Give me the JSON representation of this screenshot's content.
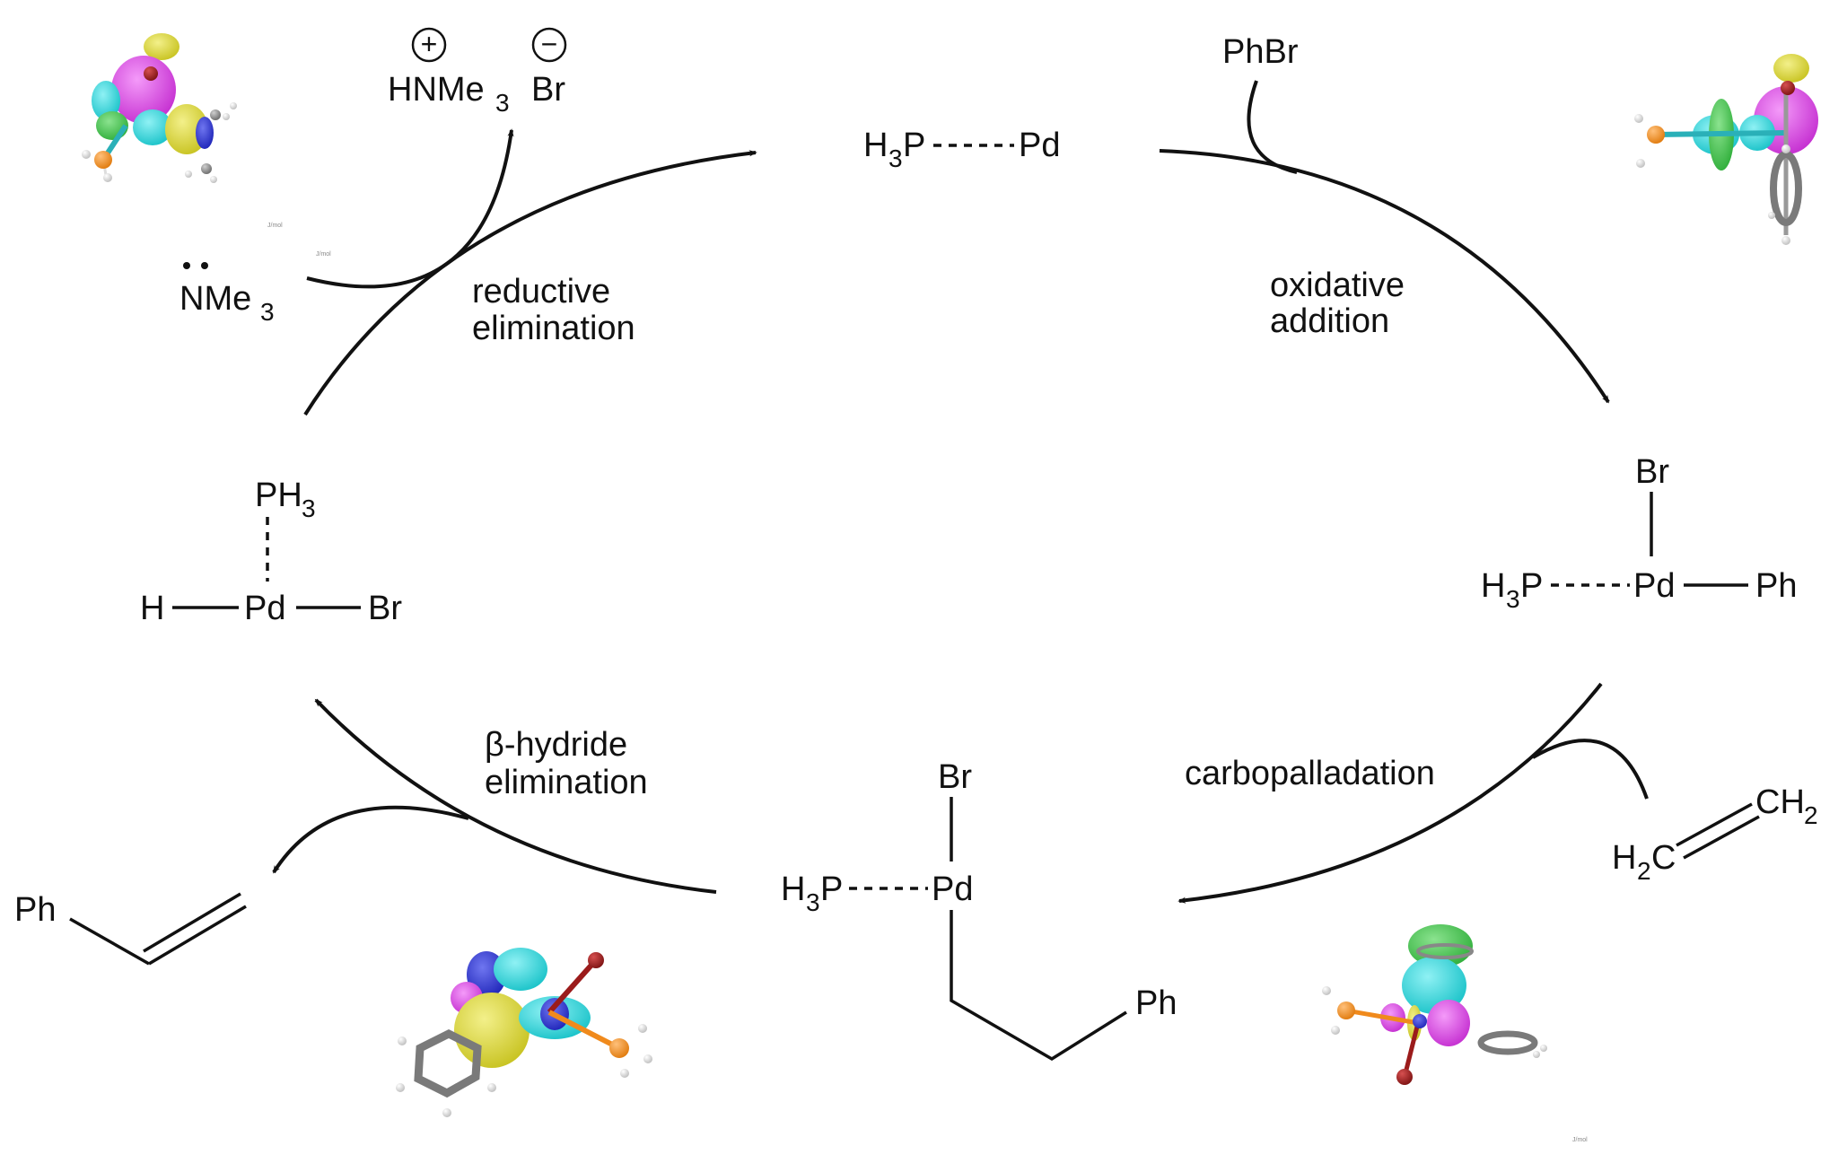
{
  "species": {
    "pd_phosphine": {
      "ligand": "H",
      "ligand_sub": "3",
      "ligand_p": "P",
      "metal": "Pd"
    },
    "oxidative_adduct": {
      "top": "Br",
      "ligand": "H",
      "ligand_sub": "3",
      "ligand_p": "P",
      "metal": "Pd",
      "right": "Ph"
    },
    "alkyl_complex": {
      "top": "Br",
      "ligand": "H",
      "ligand_sub": "3",
      "ligand_p": "P",
      "metal": "Pd",
      "chain_end": "Ph"
    },
    "hydride_complex": {
      "top": "PH",
      "top_sub": "3",
      "left": "H",
      "metal": "Pd",
      "right": "Br"
    },
    "styrene": {
      "substituent": "Ph"
    },
    "ethylene": {
      "left": "H",
      "left_sub": "2",
      "left_c": "C",
      "right_c": "CH",
      "right_sub": "2"
    },
    "phbr": {
      "formula": "PhBr"
    },
    "amine": {
      "formula": "NMe",
      "sub": "3"
    },
    "salt": {
      "cation": "HNMe",
      "cation_sub": "3",
      "anion": "Br",
      "plus": "+",
      "minus": "−"
    }
  },
  "steps": {
    "oxidative": [
      "oxidative",
      "addition"
    ],
    "carbopalladation": "carbopalladation",
    "beta_hydride": [
      "β-hydride",
      "elimination"
    ],
    "reductive": [
      "reductive",
      "elimination"
    ]
  },
  "faint_marks": [
    "J/mol",
    "J/mol",
    "J/mol"
  ],
  "orbital_colors": {
    "magenta": "#d43fe0",
    "cyan": "#2ad6dc",
    "yellow": "#d7d32e",
    "green": "#3fbf4a",
    "blue": "#2c33d8",
    "phosphorus": "#f08a1c",
    "bromine": "#9b1b1b",
    "carbon": "#8a8a8a",
    "hydrogen": "#f2f2f2"
  }
}
